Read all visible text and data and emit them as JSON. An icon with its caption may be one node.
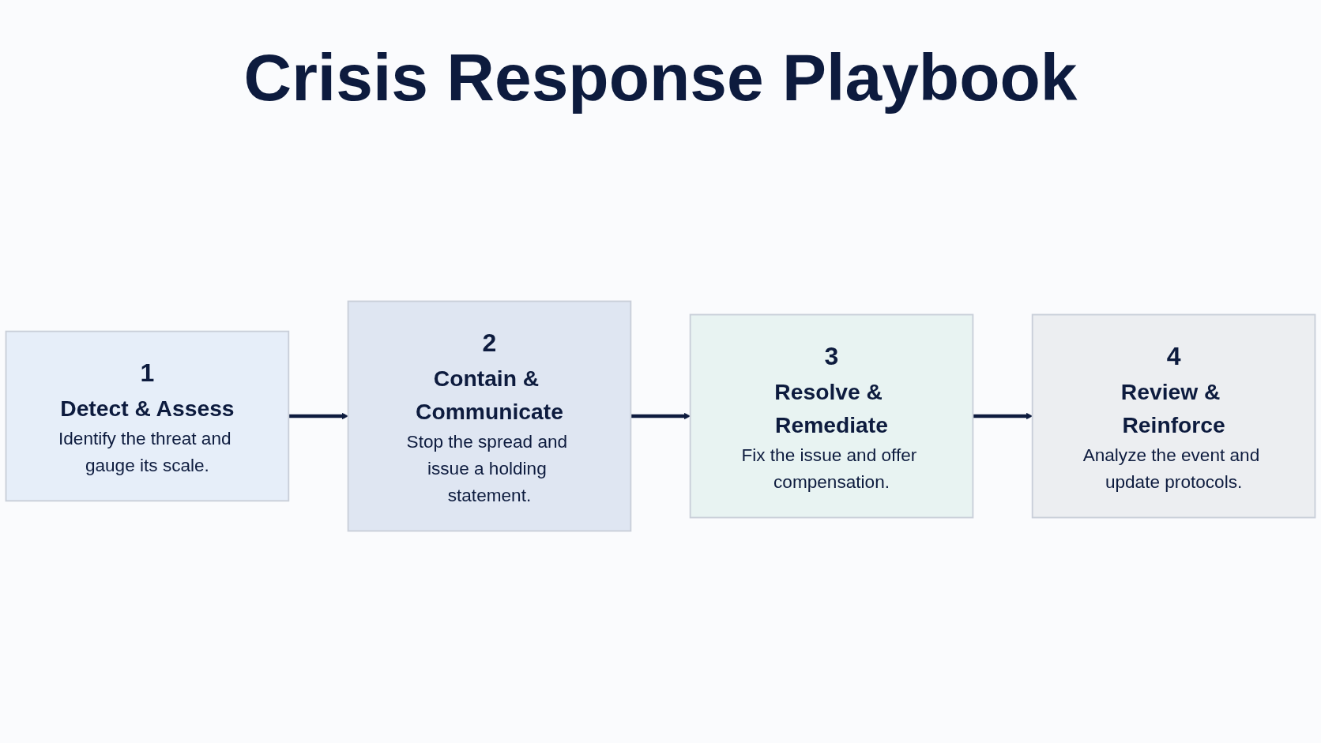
{
  "diagram": {
    "title": "Crisis Response Playbook",
    "nodes": [
      {
        "text": [
          "1",
          "Detect & Assess",
          "Identify the threat and gauge its scale."
        ]
      },
      {
        "text": [
          "2",
          "Contain & Communicate",
          "Stop the spread and issue a holding statement."
        ]
      },
      {
        "text": [
          "3",
          "Resolve & Remediate",
          "Fix the issue and offer compensation."
        ]
      },
      {
        "text": [
          "4",
          "Review & Reinforce",
          "Analyze the event and update protocols."
        ]
      }
    ],
    "edges": [
      {
        "from": 0,
        "to": 1,
        "arrow": "to"
      },
      {
        "from": 1,
        "to": 2,
        "arrow": "to"
      },
      {
        "from": 2,
        "to": 3,
        "arrow": "to"
      }
    ]
  }
}
